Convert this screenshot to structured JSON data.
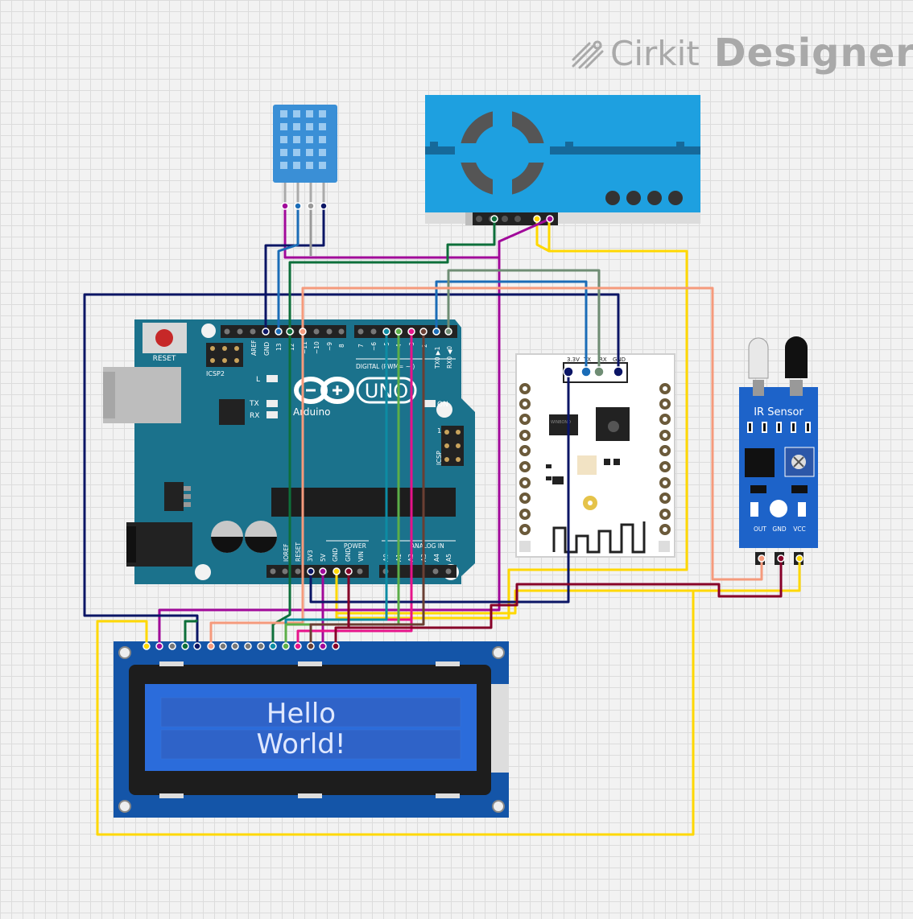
{
  "brand": {
    "name_light": "Cirkit",
    "name_bold": "Designer",
    "icon": "pencil-pair-icon"
  },
  "arduino": {
    "model": "UNO",
    "brand": "Arduino",
    "reset_label": "RESET",
    "icsp2": "ICSP2",
    "icsp": "ICSP",
    "aref": "AREF",
    "gnd": "GND",
    "d13": "13",
    "d12": "12",
    "d11": "~11",
    "d10": "~10",
    "d9": "~9",
    "d8": "8",
    "d7": "7",
    "d6": "~6",
    "d5": "~5",
    "d4": "4",
    "d3": "~3",
    "d2": "2",
    "tx": "TX0 ▶1",
    "rx": "RX0 ◀0",
    "digital": "DIGITAL (PWM= ~ )",
    "l": "L",
    "txl": "TX",
    "rxl": "RX",
    "on": "ON",
    "power": "POWER",
    "analog": "ANALOG IN",
    "ioref": "IOREF",
    "reset_pin": "RESET",
    "v33": "3V3",
    "v5": "5V",
    "gnd1": "GND",
    "gnd2": "GND",
    "vin": "VIN",
    "a0": "A0",
    "a1": "A1",
    "a2": "A2",
    "a3": "A3",
    "a4": "A4",
    "a5": "A5",
    "icsp_one": "1"
  },
  "esp": {
    "v33": "3.3V",
    "tx": "TX",
    "rx": "RX",
    "gnd": "GND",
    "chip": "WINBOND"
  },
  "ir": {
    "title": "IR Sensor",
    "out": "OUT",
    "gnd": "GND",
    "vcc": "VCC"
  },
  "lcd": {
    "line1": "Hello",
    "line2": "World!"
  },
  "colors": {
    "yellow": "#ffd800",
    "purple": "#a1099a",
    "navy": "#0b1565",
    "green": "#0d6f3a",
    "salmon": "#f59a7c",
    "teal": "#0d8ca4",
    "lime": "#5cae48",
    "pink": "#e6138a",
    "brown": "#6a3f33",
    "maroon": "#870028",
    "blue": "#1a6cb7",
    "sage": "#6f8d74"
  }
}
